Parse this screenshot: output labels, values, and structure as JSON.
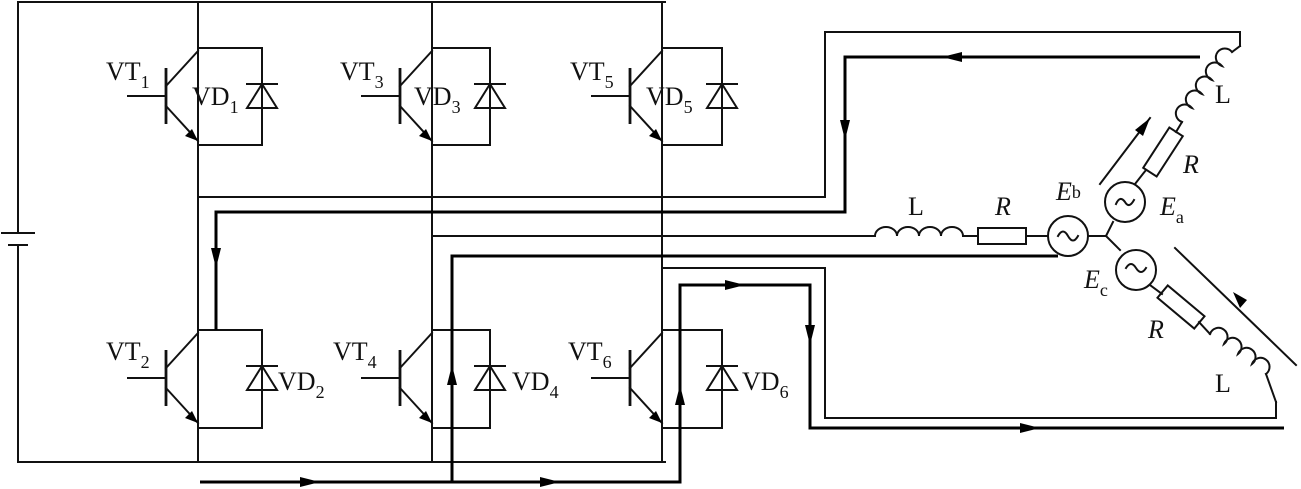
{
  "switches": [
    {
      "transistor": "VT",
      "t_sub": "1",
      "diode": "VD",
      "d_sub": "1"
    },
    {
      "transistor": "VT",
      "t_sub": "3",
      "diode": "VD",
      "d_sub": "3"
    },
    {
      "transistor": "VT",
      "t_sub": "5",
      "diode": "VD",
      "d_sub": "5"
    },
    {
      "transistor": "VT",
      "t_sub": "2",
      "diode": "VD",
      "d_sub": "2"
    },
    {
      "transistor": "VT",
      "t_sub": "4",
      "diode": "VD",
      "d_sub": "4"
    },
    {
      "transistor": "VT",
      "t_sub": "6",
      "diode": "VD",
      "d_sub": "6"
    }
  ],
  "load": {
    "inductor_label": "L",
    "resistor_label": "R",
    "emf": [
      {
        "main": "E",
        "sub": "a"
      },
      {
        "main": "E",
        "sub": "b"
      },
      {
        "main": "E",
        "sub": "c"
      }
    ]
  }
}
